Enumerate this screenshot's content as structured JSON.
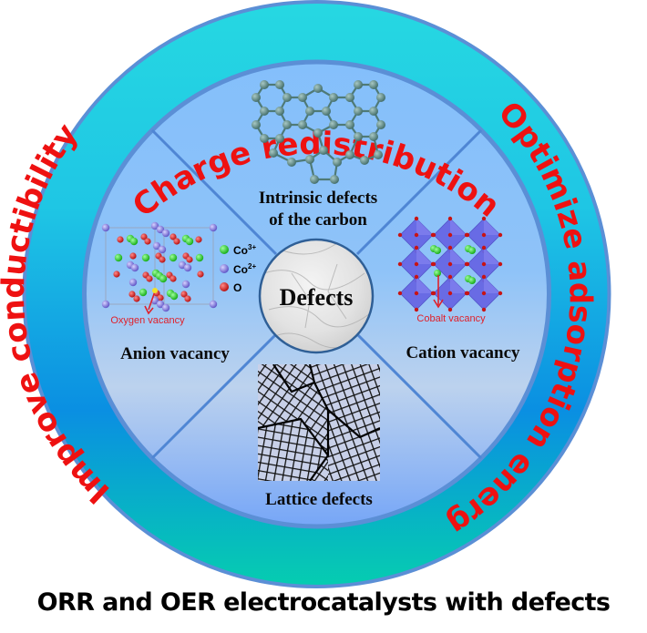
{
  "figure": {
    "caption": "ORR and OER electrocatalysts with defects",
    "center_label": "Defects",
    "ring_labels": {
      "top": "Charge redistribution",
      "left": "Improve conductibility",
      "right": "Optimize adsorption energ"
    },
    "quadrants": {
      "top": {
        "title_line1": "Intrinsic defects",
        "title_line2": "of the carbon"
      },
      "left": {
        "title": "Anion vacancy",
        "annotation": "Oxygen vacancy",
        "legend": [
          {
            "label": "Co",
            "superscript": "3+",
            "color": "#1fc41f"
          },
          {
            "label": "Co",
            "superscript": "2+",
            "color": "#7b72d8"
          },
          {
            "label": "O",
            "superscript": "",
            "color": "#d81818"
          }
        ]
      },
      "right": {
        "title": "Cation vacancy",
        "annotation": "Cobalt vacancy"
      },
      "bottom": {
        "title": "Lattice defects"
      }
    },
    "colors": {
      "ring_top": "#22d4e0",
      "ring_mid": "#0b8fe0",
      "ring_bottom": "#06c9b0",
      "ring_border": "#5b8fd6",
      "inner_top": "#86c0fb",
      "inner_mid": "#b8d4f0",
      "inner_bottom": "#7aaaf8",
      "ring_text": "#ee1111",
      "annotation_text": "#e0202a",
      "carbon_atom": "#5e8a86",
      "octahedron": "#6a6ae6"
    }
  }
}
